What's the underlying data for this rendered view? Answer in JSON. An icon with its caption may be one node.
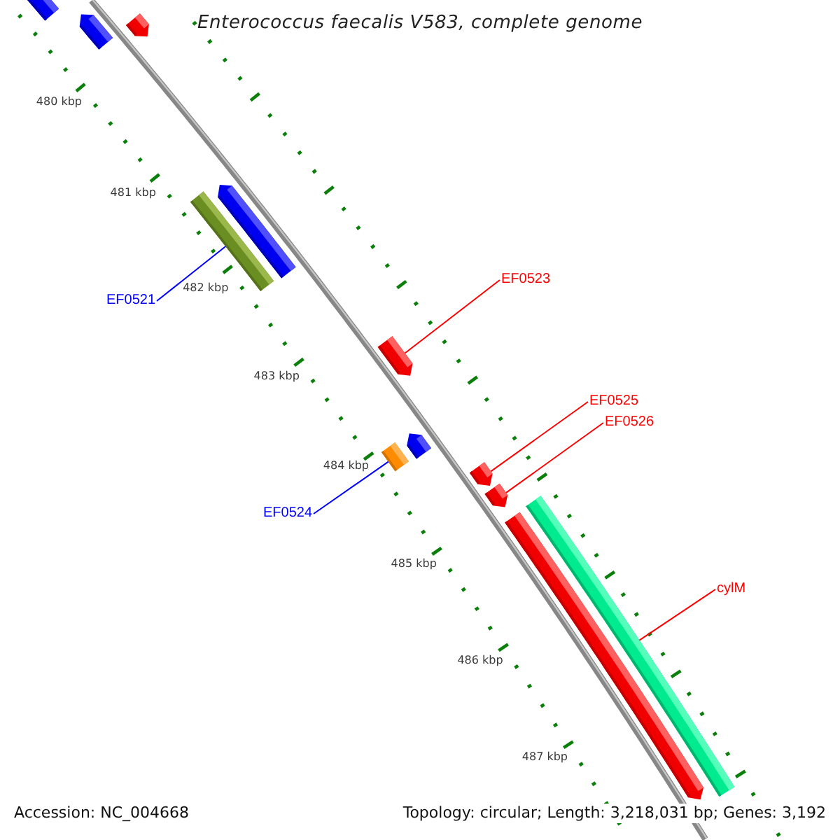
{
  "diagram": {
    "title": "Enterococcus faecalis V583, complete genome",
    "nodes": [
      {
        "text": [],
        "shape": "bar"
      },
      {
        "text": [],
        "shape": "pentagon"
      },
      {
        "text": [],
        "shape": "pentagon"
      },
      {
        "text": [],
        "shape": "pentagon"
      },
      {
        "text": [],
        "shape": "bar"
      },
      {
        "text": [
          "EF0523"
        ]
      },
      {
        "text": [
          "EF0521"
        ]
      },
      {
        "text": [],
        "shape": "pentagon"
      },
      {
        "text": [
          "EF0525"
        ]
      },
      {
        "text": [
          "EF0526"
        ]
      },
      {
        "text": [],
        "shape": "pentagon"
      },
      {
        "text": [],
        "shape": "box"
      },
      {
        "text": [],
        "shape": "pentagon"
      },
      {
        "text": [],
        "shape": "pentagon"
      },
      {
        "text": [],
        "shape": "bar"
      },
      {
        "text": [
          "EF0524"
        ]
      },
      {
        "text": [],
        "shape": "pentagon"
      },
      {
        "text": [
          "cylM"
        ]
      }
    ],
    "edges": [
      {
        "from": 6,
        "to": 4,
        "arrow": "none",
        "color": "#0000ff"
      },
      {
        "from": 5,
        "to": 7,
        "arrow": "none"
      },
      {
        "from": 8,
        "to": 12,
        "arrow": "none"
      },
      {
        "from": 9,
        "to": 13,
        "arrow": "none"
      },
      {
        "from": 15,
        "to": 11,
        "arrow": "none",
        "color": "#0000ff"
      },
      {
        "from": 17,
        "to": 14,
        "arrow": "none"
      }
    ],
    "labels": [
      "480 kbp",
      "481 kbp",
      "482 kbp",
      "483 kbp",
      "484 kbp",
      "485 kbp",
      "486 kbp",
      "487 kbp",
      "Accession: NC_004668",
      "Topology: circular; Length: 3,218,031 bp; Genes: 3,192"
    ]
  }
}
